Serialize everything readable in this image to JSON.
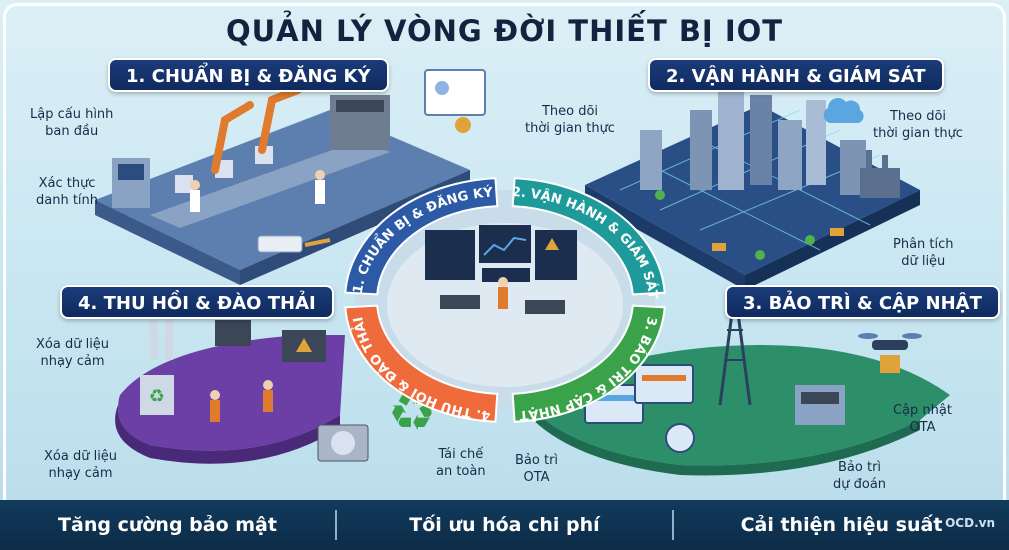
{
  "title": "QUẢN LÝ VÒNG ĐỜI THIẾT BỊ IOT",
  "stages": [
    {
      "banner": "1. CHUẨN BỊ & ĐĂNG KÝ",
      "ring": "1. CHUẨN BỊ & ĐĂNG KÝ",
      "color": "#2c5aa6"
    },
    {
      "banner": "2. VẬN HÀNH & GIÁM SÁT",
      "ring": "2. VẬN HÀNH & GIÁM SÁT",
      "color": "#1e9a9a"
    },
    {
      "banner": "3. BẢO TRÌ & CẬP NHẬT",
      "ring": "3. BẢO TRÌ & CẬP NHẬT",
      "color": "#3aa34a"
    },
    {
      "banner": "4. THU HỒI & ĐÀO THẢI",
      "ring": "4. THU HỒI & ĐÀO THẢI",
      "color": "#ef6b3c"
    }
  ],
  "labels": {
    "setup_l1": "Lập cấu hình",
    "setup_l2": "ban đầu",
    "auth_l1": "Xác thực",
    "auth_l2": "danh tính",
    "track_left_l1": "Theo dõi",
    "track_left_l2": "thời gian thực",
    "track_right_l1": "Theo dõi",
    "track_right_l2": "thời gian thực",
    "analyze_l1": "Phân tích",
    "analyze_l2": "dữ liệu",
    "ota_update_l1": "Cập nhật",
    "ota_update_l2": "OTA",
    "predict_l1": "Bảo trì",
    "predict_l2": "dự đoán",
    "ota_maint_l1": "Bảo trì",
    "ota_maint_l2": "OTA",
    "erase_top_l1": "Xóa dữ liệu",
    "erase_top_l2": "nhạy cảm",
    "erase_bottom_l1": "Xóa dữ liệu",
    "erase_bottom_l2": "nhạy cảm",
    "recycle_l1": "Tái chế",
    "recycle_l2": "an toàn"
  },
  "footer": [
    "Tăng cường bảo mật",
    "Tối ưu hóa chi phí",
    "Cải thiện hiệu suất"
  ],
  "brand": "OCD.vn",
  "icons": [
    "factory-robot-arm",
    "smart-city",
    "cell-tower",
    "drone",
    "recycle-icon",
    "hard-drive",
    "warning-icon",
    "control-room-screens"
  ]
}
